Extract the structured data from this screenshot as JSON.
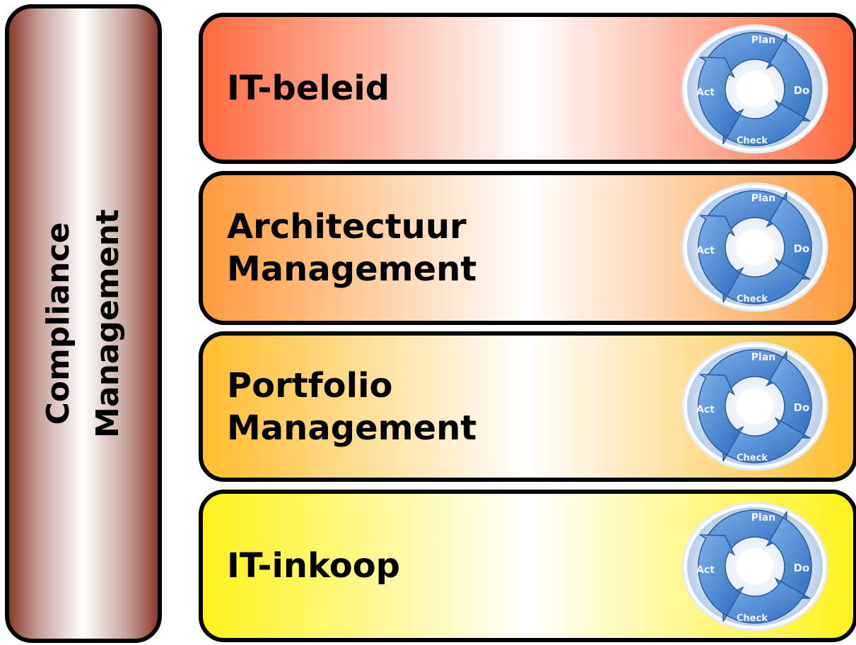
{
  "sidebar": {
    "title": "Compliance\nManagement"
  },
  "layers": [
    {
      "label": "IT-beleid",
      "color": "#ff6a3d"
    },
    {
      "label": "Architectuur\nManagement",
      "color": "#ff9a3a"
    },
    {
      "label": "Portfolio\nManagement",
      "color": "#ffbe2e"
    },
    {
      "label": "IT-inkoop",
      "color": "#fff21a"
    }
  ],
  "pdca": {
    "icon": "pdca-cycle-icon",
    "plan": "Plan",
    "do": "Do",
    "check": "Check",
    "act": "Act"
  }
}
